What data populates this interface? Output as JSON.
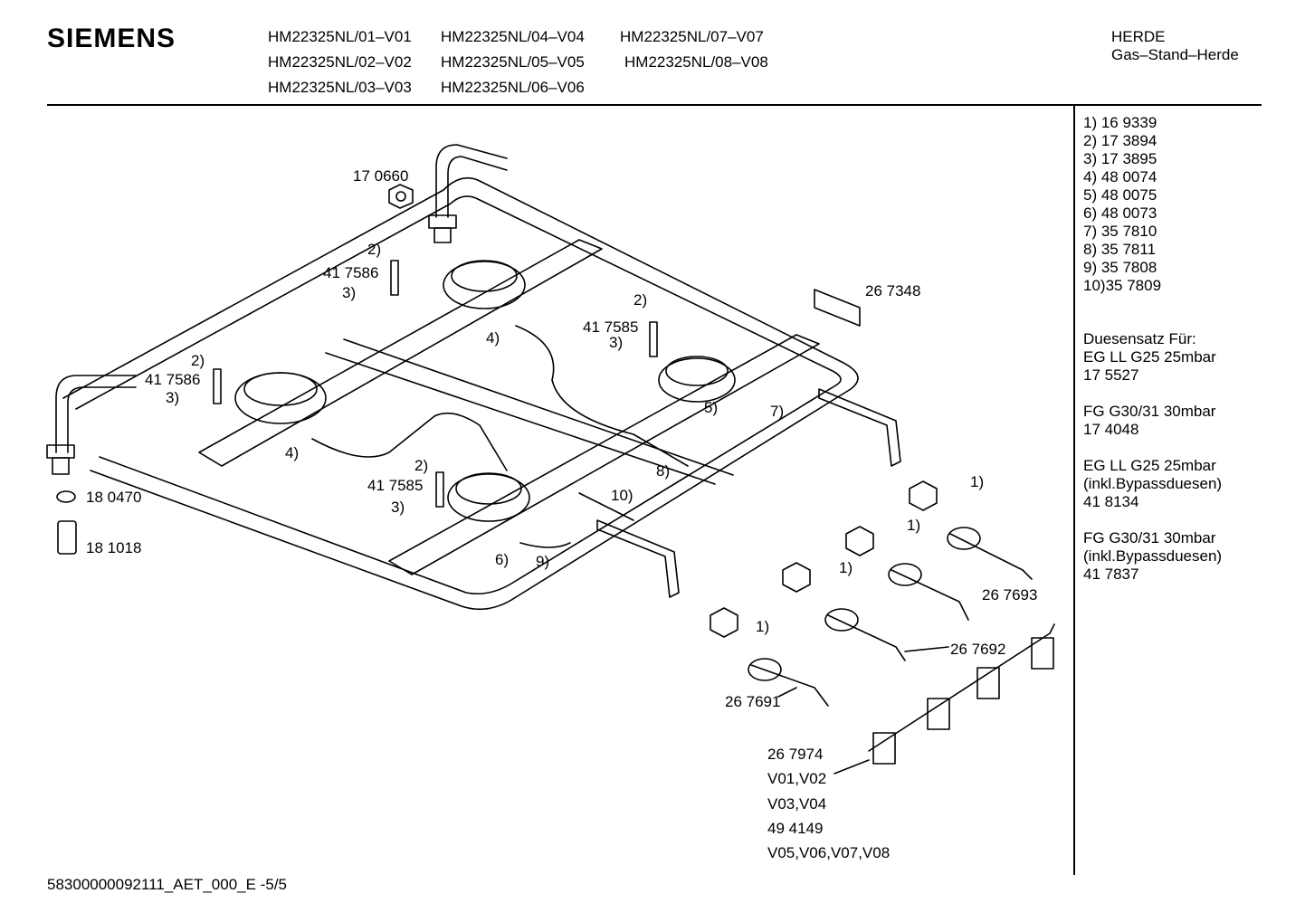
{
  "header": {
    "brand": "SIEMENS",
    "models": [
      [
        "HM22325NL/01–V01",
        "HM22325NL/04–V04",
        "HM22325NL/07–V07"
      ],
      [
        "HM22325NL/02–V02",
        "HM22325NL/05–V05",
        "HM22325NL/08–V08"
      ],
      [
        "HM22325NL/03–V03",
        "HM22325NL/06–V06"
      ]
    ],
    "category": "HERDE",
    "subcategory": "Gas–Stand–Herde"
  },
  "parts_list": [
    "1) 16 9339",
    "2) 17 3894",
    "3) 17 3895",
    "4) 48 0074",
    "5) 48 0075",
    "6) 48 0073",
    "7) 35 7810",
    "8) 35 7811",
    "9) 35 7808",
    "10)35 7809"
  ],
  "nozzle_sets": {
    "heading": "Duesensatz Für:",
    "entries": [
      {
        "name": "EG LL G25 25mbar",
        "code": "17 5527"
      },
      {
        "name": "FG G30/31 30mbar",
        "code": "17 4048"
      },
      {
        "name": "EG LL G25 25mbar",
        "sub": "(inkl.Bypassduesen)",
        "code": "41 8134"
      },
      {
        "name": "FG G30/31 30mbar",
        "sub": "(inkl.Bypassduesen)",
        "code": "41 7837"
      }
    ]
  },
  "diagram_labels": {
    "nut_top": "17 0660",
    "l2a": "2)",
    "l417586a": "41 7586",
    "l3a": "3)",
    "l2b": "2)",
    "l417586b": "41 7586",
    "l3b": "3)",
    "l2c": "2)",
    "l417585c": "41 7585",
    "l3c": "3)",
    "l2d": "2)",
    "l417585d": "41 7585",
    "l3d": "3)",
    "l4a": "4)",
    "l4b": "4)",
    "l5": "5)",
    "l6": "6)",
    "l7": "7)",
    "l8": "8)",
    "l9": "9)",
    "l10": "10)",
    "bracket": "26 7348",
    "washer": "18 0470",
    "fitting": "18 1018",
    "l1a": "1)",
    "l1b": "1)",
    "l1c": "1)",
    "l1d": "1)",
    "valve3": "26 7693",
    "valve2": "26 7692",
    "valve1": "26 7691",
    "panel_code": "26 7974",
    "panel_v1": "V01,V02",
    "panel_v2": "V03,V04",
    "panel_code2": "49 4149",
    "panel_v3": "V05,V06,V07,V08"
  },
  "footer": {
    "doc_id": "58300000092111_AET_000_E",
    "page": "-5/5"
  }
}
